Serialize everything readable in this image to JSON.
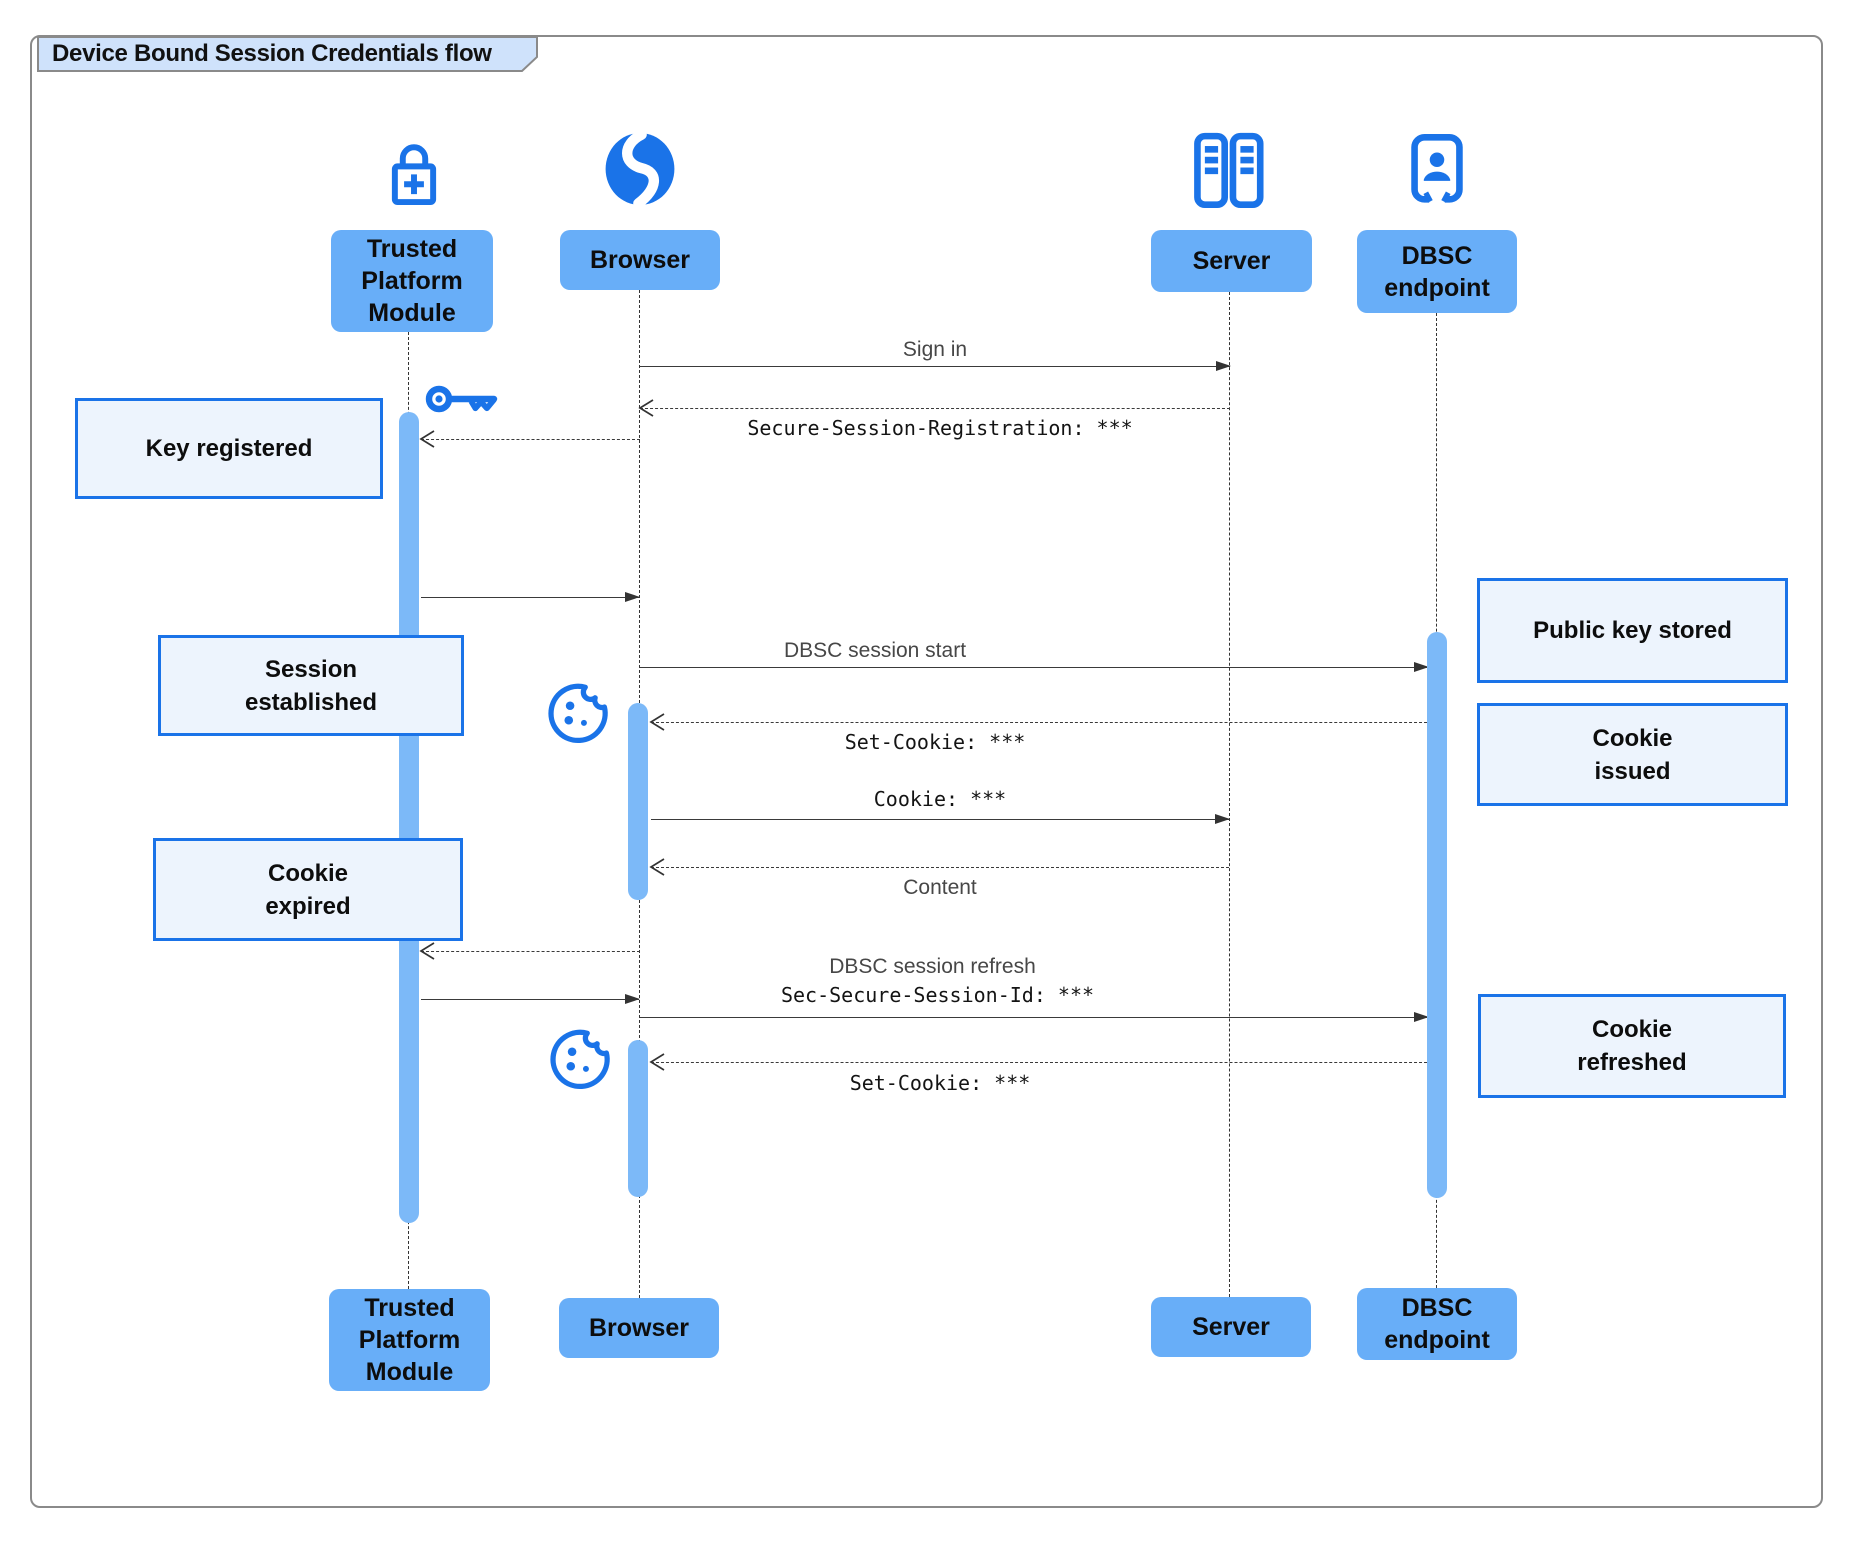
{
  "title": "Device Bound Session Credentials flow",
  "actors": {
    "tpm": {
      "label": "Trusted Platform Module",
      "label_lines": [
        "Trusted",
        "Platform",
        "Module"
      ],
      "icon": "lock-plus-icon"
    },
    "browser": {
      "label": "Browser",
      "icon": "globe-icon"
    },
    "server": {
      "label": "Server",
      "icon": "server-racks-icon"
    },
    "dbsc": {
      "label": "DBSC endpoint",
      "label_lines": [
        "DBSC",
        "endpoint"
      ],
      "icon": "person-badge-icon"
    }
  },
  "messages": {
    "sign_in": {
      "from": "Browser",
      "to": "Server",
      "style": "solid",
      "text": "Sign in"
    },
    "session_registration": {
      "from": "Server",
      "to": "Browser",
      "style": "dashed",
      "code": "Secure-Session-Registration: ***"
    },
    "browser_to_tpm_1": {
      "from": "Browser",
      "to": "Trusted Platform Module",
      "style": "dashed",
      "text": ""
    },
    "tpm_to_browser_1": {
      "from": "Trusted Platform Module",
      "to": "Browser",
      "style": "solid",
      "text": ""
    },
    "dbsc_session_start": {
      "from": "Browser",
      "to": "DBSC endpoint",
      "style": "solid",
      "text": "DBSC session start"
    },
    "set_cookie_1": {
      "from": "DBSC endpoint",
      "to": "Browser",
      "style": "dashed",
      "code": "Set-Cookie: ***"
    },
    "cookie": {
      "from": "Browser",
      "to": "Server",
      "style": "solid",
      "code": "Cookie: ***"
    },
    "content": {
      "from": "Server",
      "to": "Browser",
      "style": "dashed",
      "text": "Content"
    },
    "browser_to_tpm_2": {
      "from": "Browser",
      "to": "Trusted Platform Module",
      "style": "dashed",
      "text": ""
    },
    "tpm_to_browser_2": {
      "from": "Trusted Platform Module",
      "to": "Browser",
      "style": "solid",
      "text": ""
    },
    "dbsc_session_refresh": {
      "from": "Browser",
      "to": "DBSC endpoint",
      "style": "solid",
      "text": "DBSC session refresh",
      "code": "Sec-Secure-Session-Id: ***"
    },
    "set_cookie_2": {
      "from": "DBSC endpoint",
      "to": "Browser",
      "style": "dashed",
      "code": "Set-Cookie: ***"
    }
  },
  "notes": {
    "key_registered": {
      "text": "Key registered"
    },
    "session_established": {
      "lines": [
        "Session",
        "established"
      ]
    },
    "cookie_expired": {
      "lines": [
        "Cookie",
        "expired"
      ]
    },
    "public_key_stored": {
      "text": "Public key stored"
    },
    "cookie_issued": {
      "lines": [
        "Cookie",
        "issued"
      ]
    },
    "cookie_refreshed": {
      "lines": [
        "Cookie",
        "refreshed"
      ]
    }
  },
  "icons": [
    "lock-plus-icon",
    "globe-icon",
    "server-racks-icon",
    "person-badge-icon",
    "key-icon",
    "cookie-icon"
  ],
  "colors": {
    "accent_blue": "#1a73e8",
    "actor_fill": "#68aef8",
    "activation_fill": "#7cb9f8",
    "note_fill": "#edf4fd",
    "note_border": "#1a73e8",
    "title_fill": "#cfe2fb",
    "frame_border": "#8a8a8a",
    "line_color": "#333333",
    "text_dark": "#111111",
    "text_gray": "#474747"
  }
}
